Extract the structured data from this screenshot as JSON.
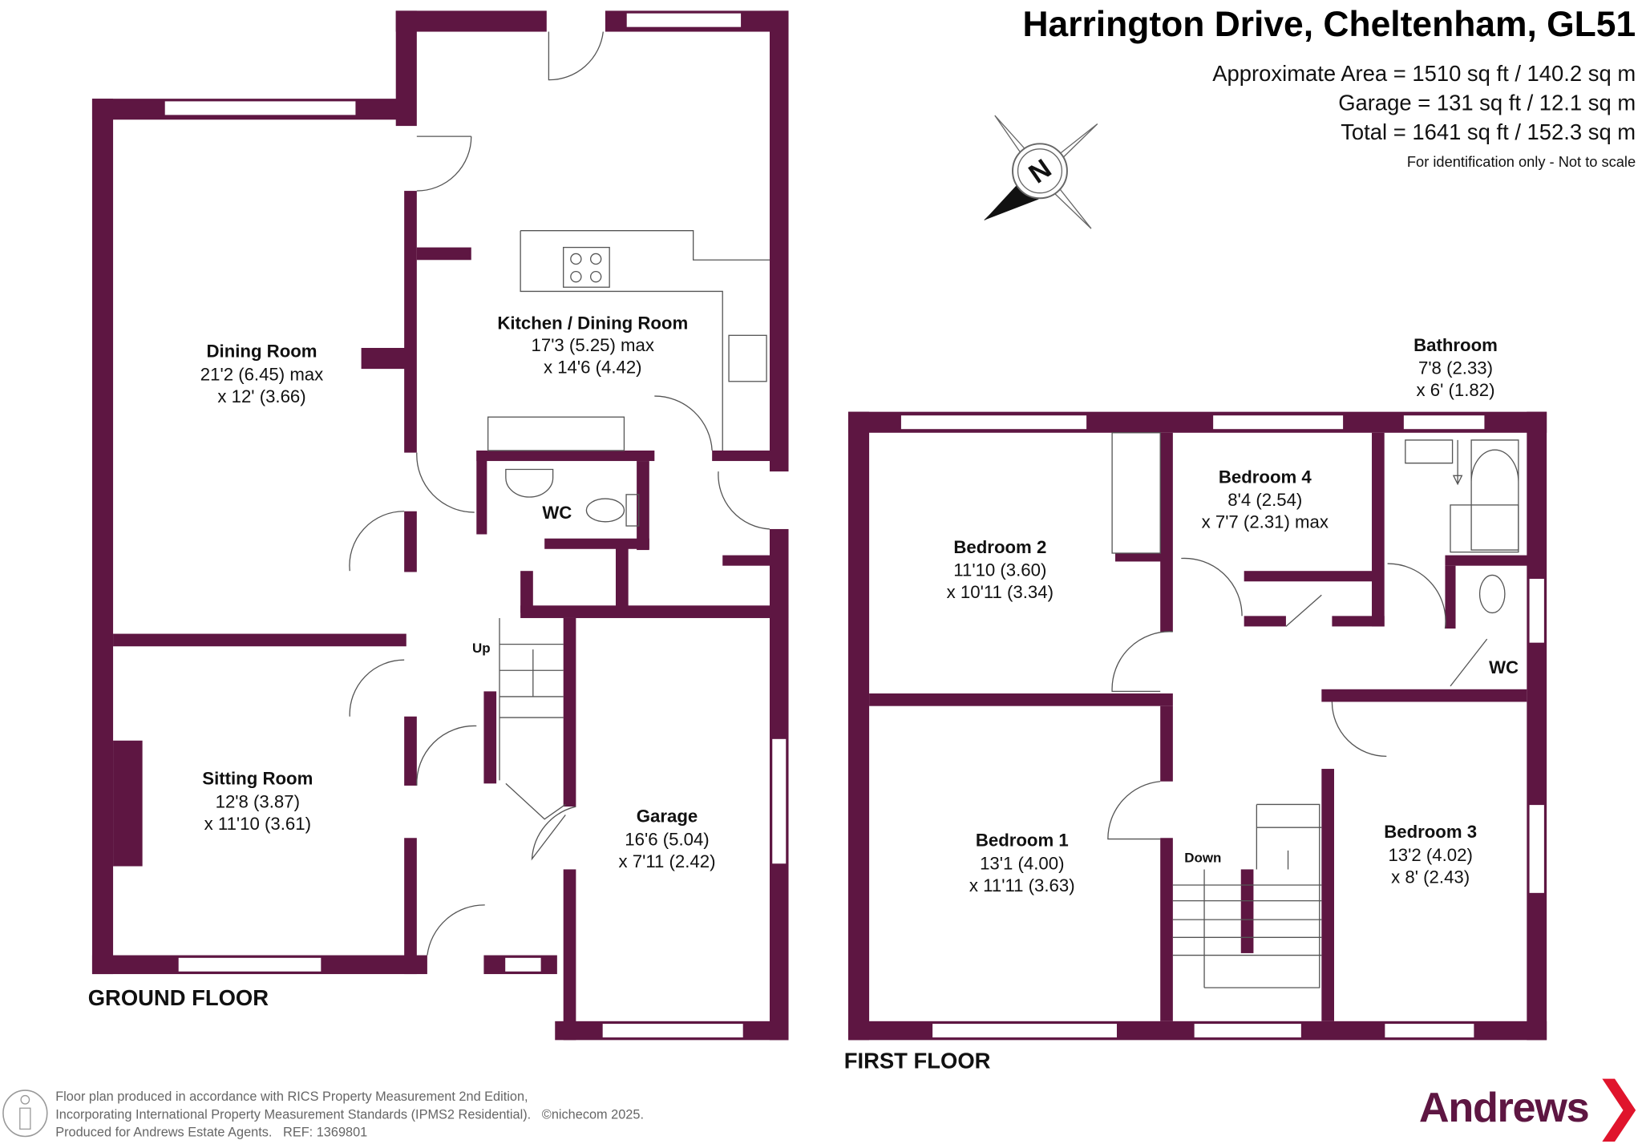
{
  "header": {
    "title": "Harrington Drive, Cheltenham, GL51",
    "area": "Approximate Area = 1510 sq ft / 140.2 sq m",
    "garage": "Garage = 131 sq ft / 12.1 sq m",
    "total": "Total = 1641 sq ft / 152.3 sq m",
    "disclaimer": "For identification only - Not to scale"
  },
  "compass": {
    "label": "N"
  },
  "ground_floor": {
    "label": "GROUND FLOOR",
    "rooms": [
      {
        "name": "Dining Room",
        "dim1": "21'2 (6.45) max",
        "dim2": "x 12' (3.66)"
      },
      {
        "name": "Kitchen / Dining Room",
        "dim1": "17'3 (5.25) max",
        "dim2": "x 14'6 (4.42)"
      },
      {
        "name": "Sitting Room",
        "dim1": "12'8 (3.87)",
        "dim2": "x 11'10 (3.61)"
      },
      {
        "name": "Garage",
        "dim1": "16'6 (5.04)",
        "dim2": "x 7'11 (2.42)"
      }
    ],
    "wc": "WC",
    "stairs": "Up"
  },
  "first_floor": {
    "label": "FIRST FLOOR",
    "rooms": [
      {
        "name": "Bathroom",
        "dim1": "7'8 (2.33)",
        "dim2": "x 6' (1.82)"
      },
      {
        "name": "Bedroom 4",
        "dim1": "8'4 (2.54)",
        "dim2": "x 7'7 (2.31) max"
      },
      {
        "name": "Bedroom 2",
        "dim1": "11'10 (3.60)",
        "dim2": "x 10'11 (3.34)"
      },
      {
        "name": "Bedroom 1",
        "dim1": "13'1 (4.00)",
        "dim2": "x 11'11 (3.63)"
      },
      {
        "name": "Bedroom 3",
        "dim1": "13'2 (4.02)",
        "dim2": "x 8' (2.43)"
      }
    ],
    "wc": "WC",
    "stairs": "Down"
  },
  "footer": {
    "line1": "Floor plan produced in accordance with RICS Property Measurement 2nd Edition,",
    "line2": "Incorporating International Property Measurement Standards (IPMS2 Residential).   ©nichecom 2025.",
    "line3": "Produced for Andrews Estate Agents.   REF: 1369801"
  },
  "logo": {
    "text": "Andrews"
  },
  "colors": {
    "wall": "#5e1642",
    "logo_text": "#5e1642",
    "logo_arrow": "#e0142c"
  }
}
